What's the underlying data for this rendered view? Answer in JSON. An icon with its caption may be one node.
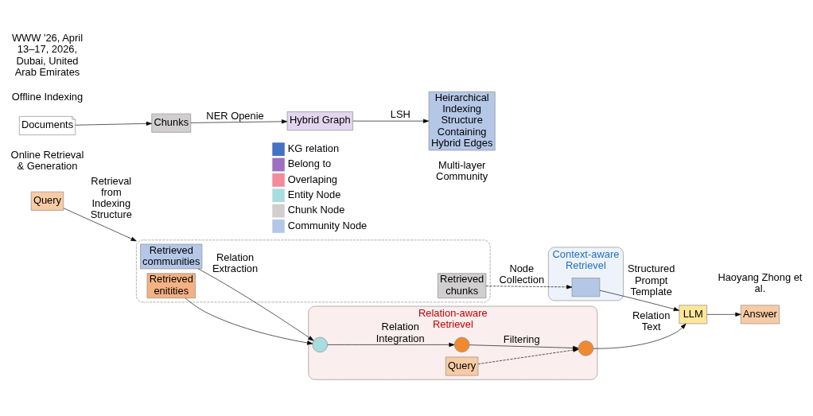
{
  "diagram": {
    "nodes": [
      {
        "text": [
          "Documents"
        ]
      },
      {
        "text": [
          "Chunks"
        ]
      },
      {
        "text": [
          "Hybrid Graph"
        ]
      },
      {
        "text": [
          "Heirarchical Indexing Structure",
          "Containing Hybrid Edges"
        ]
      },
      {
        "text": [
          "Query"
        ]
      },
      {
        "text": [],
        "shape": "box"
      },
      {
        "text": [
          "Retrieved communities"
        ],
        "in": 5
      },
      {
        "text": [
          "Retrieved enitities"
        ],
        "in": 5
      },
      {
        "text": [
          "Retrieved chunks"
        ],
        "in": 5
      },
      {
        "text": [
          "Relation-aware Retrievel"
        ]
      },
      {
        "text": [],
        "shape": "circle",
        "in": 9
      },
      {
        "text": [],
        "shape": "circle",
        "in": 9
      },
      {
        "text": [
          "Query"
        ],
        "in": 9
      },
      {
        "text": [],
        "shape": "circle",
        "in": 9
      },
      {
        "text": [
          "Context-aware Retrievel"
        ]
      },
      {
        "text": [],
        "shape": "box",
        "in": 14
      },
      {
        "text": [
          "LLM"
        ]
      },
      {
        "text": [
          "Answer"
        ]
      }
    ],
    "edges": [
      {
        "from": 0,
        "to": 1,
        "arrow": "to"
      },
      {
        "from": 1,
        "to": 2,
        "arrow": "to",
        "label": "NER Openie"
      },
      {
        "from": 2,
        "to": 3,
        "arrow": "to",
        "label": "LSH"
      },
      {
        "from": 4,
        "to": 5,
        "arrow": "to",
        "label": "Retrieval from Indexing Structure"
      },
      {
        "from": 6,
        "to": 10,
        "arrow": "to",
        "label": "Relation Extraction"
      },
      {
        "from": 7,
        "to": 10,
        "arrow": "to"
      },
      {
        "from": 10,
        "to": 11,
        "arrow": "to",
        "label": "Relation Integration"
      },
      {
        "from": 11,
        "to": 13,
        "arrow": "to",
        "label": "Filtering"
      },
      {
        "from": 12,
        "to": 13,
        "arrow": "to",
        "style": "dashed"
      },
      {
        "from": 8,
        "to": 15,
        "arrow": "to",
        "label": "Node Collection",
        "style": "dashed"
      },
      {
        "from": 13,
        "to": 16,
        "arrow": "to",
        "label": "Relation Text"
      },
      {
        "from": 15,
        "to": 16,
        "arrow": "to",
        "label": "Structured Prompt Template"
      },
      {
        "from": 16,
        "to": 17,
        "arrow": "to"
      }
    ],
    "labels": [
      "WWW '26, April 13–17, 2026, Dubai, United Arab Emirates",
      "Haoyang Zhong et al.",
      "Offline Indexing",
      "Multi-layer Community",
      "Online Retrieval & Generation"
    ],
    "legend": [
      {
        "text": "KG relation"
      },
      {
        "text": "Belong to"
      },
      {
        "text": "Overlaping"
      },
      {
        "text": "Entity Node"
      },
      {
        "text": "Chunk Node"
      },
      {
        "text": "Community Node"
      }
    ]
  }
}
